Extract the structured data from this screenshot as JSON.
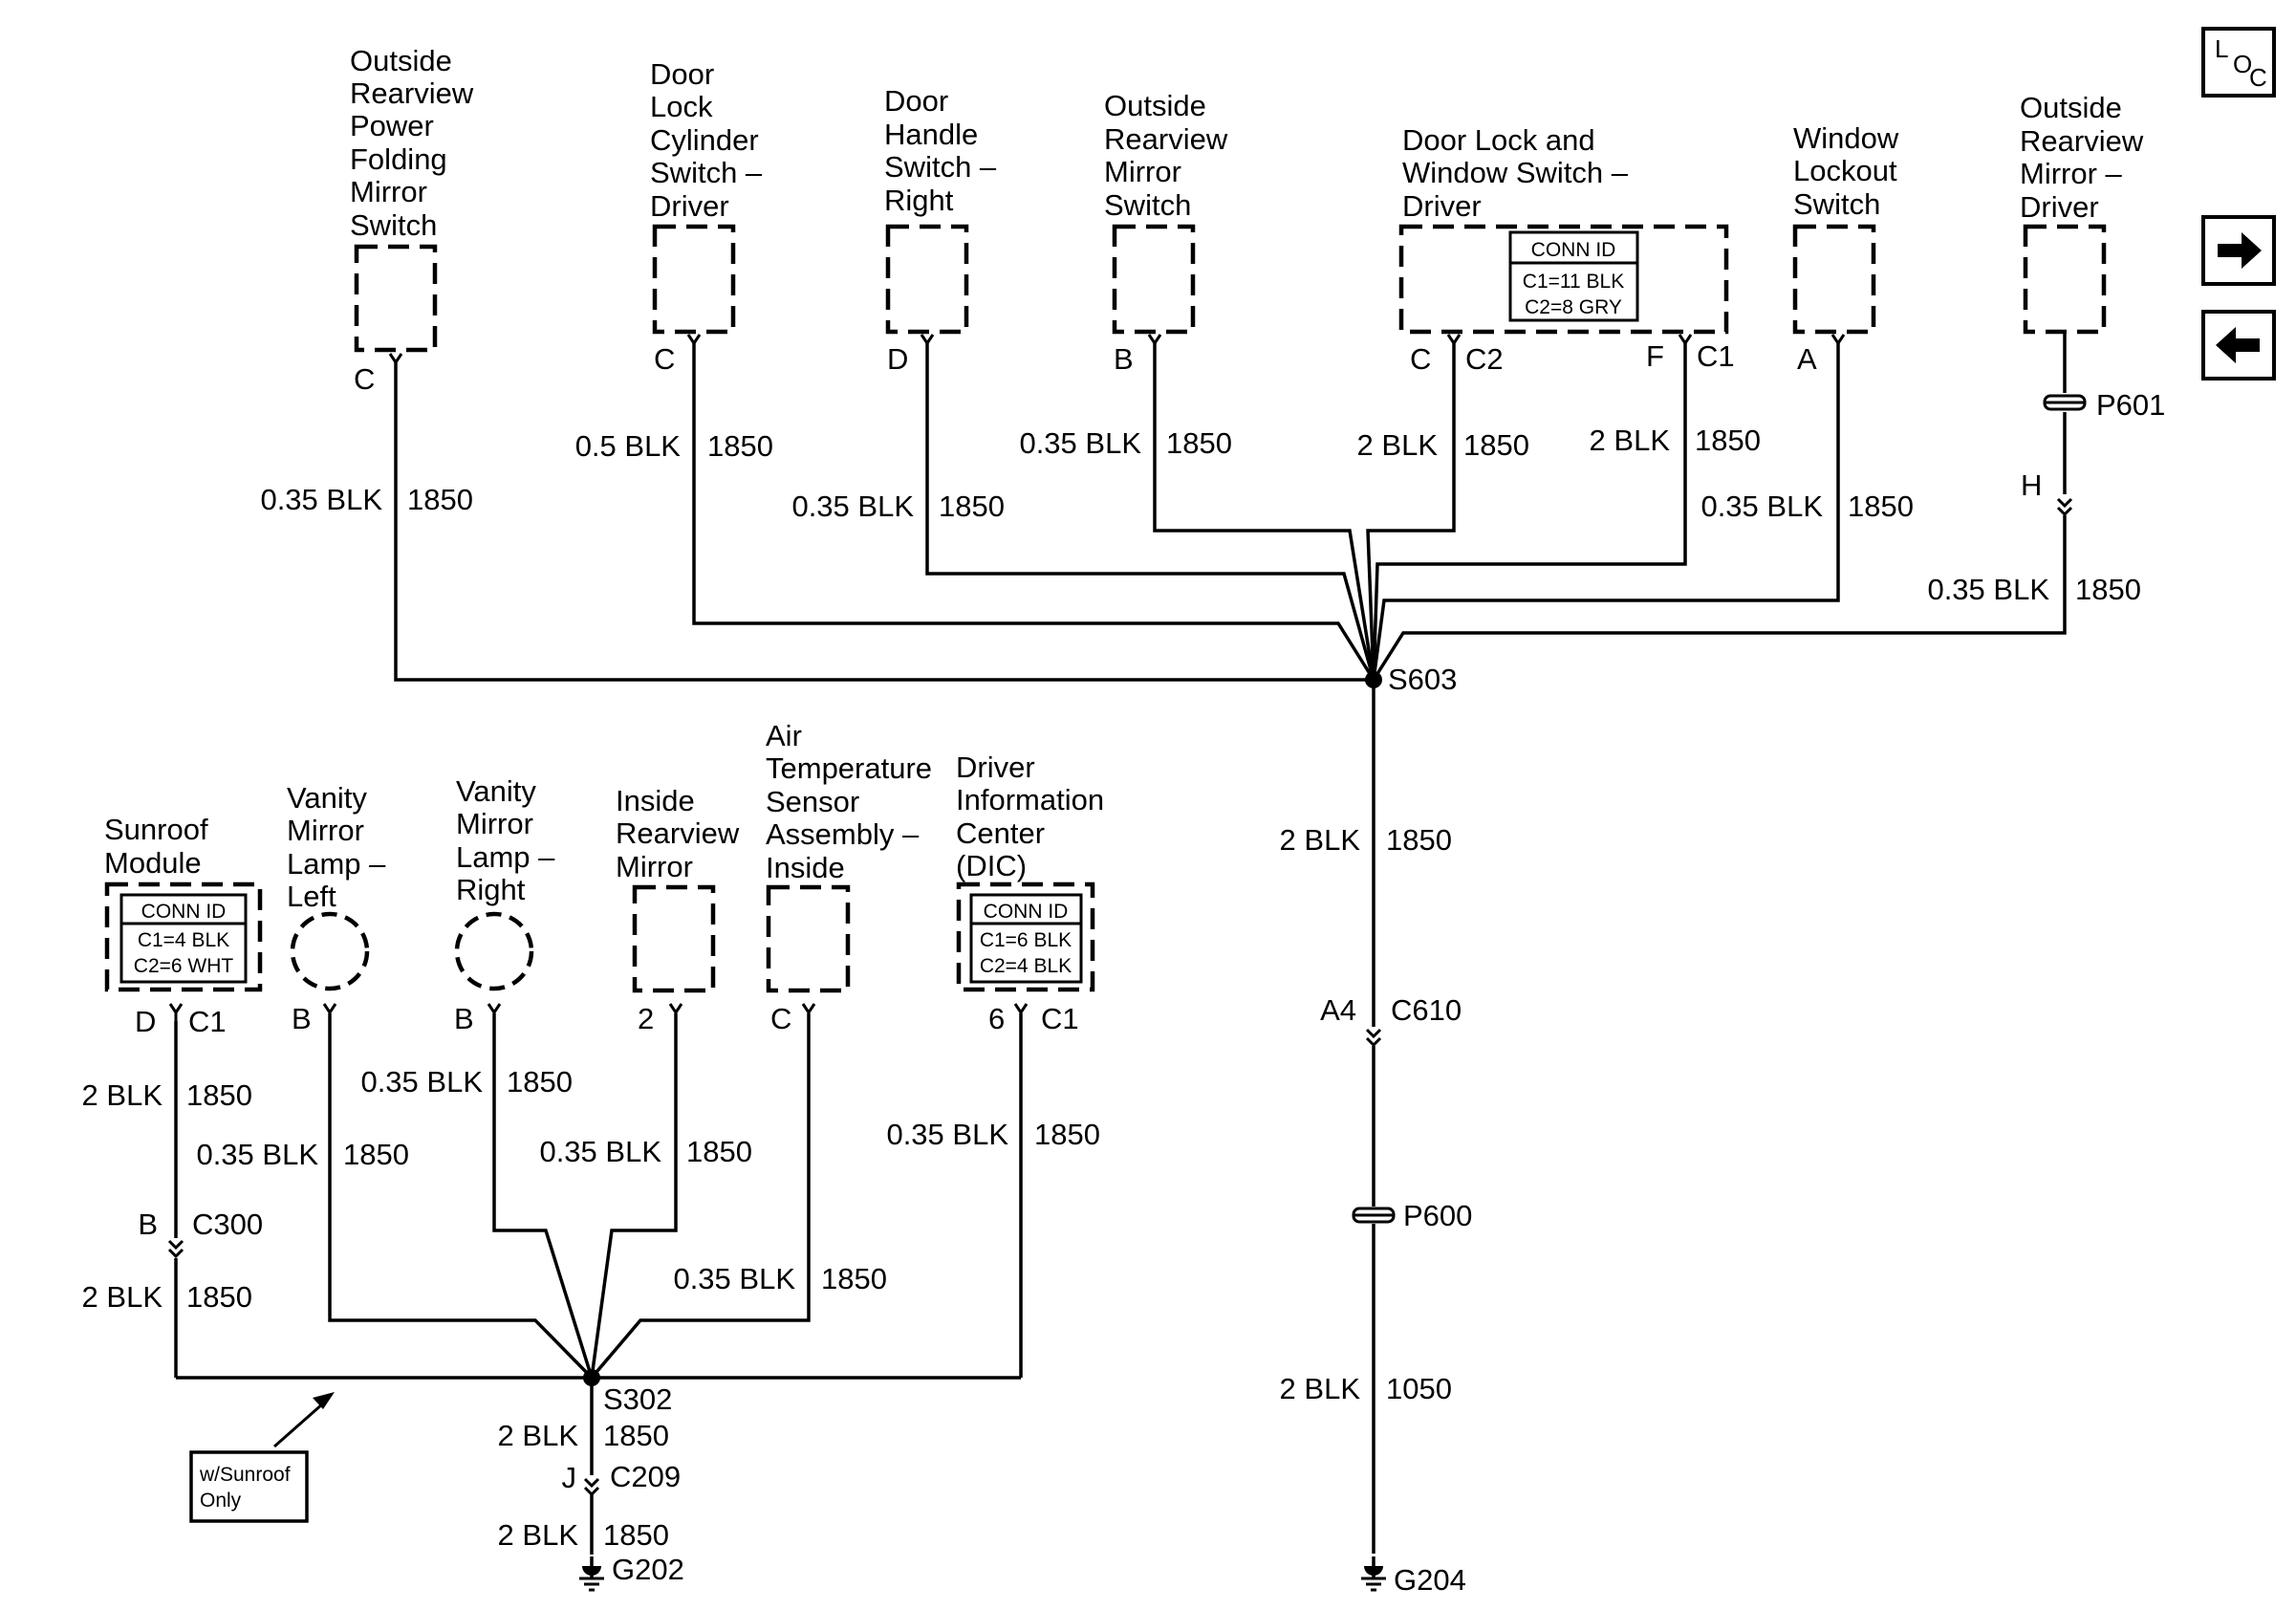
{
  "components": {
    "power_folding": [
      "Outside",
      "Rearview",
      "Power",
      "Folding",
      "Mirror",
      "Switch"
    ],
    "lock_cyl": [
      "Door",
      "Lock",
      "Cylinder",
      "Switch –",
      "Driver"
    ],
    "handle_sw": [
      "Door",
      "Handle",
      "Switch –",
      "Right"
    ],
    "mirror_sw": [
      "Outside",
      "Rearview",
      "Mirror",
      "Switch"
    ],
    "lock_window": [
      "Door Lock and",
      "Window Switch –",
      "Driver"
    ],
    "lockout": [
      "Window",
      "Lockout",
      "Switch"
    ],
    "mirror_drv": [
      "Outside",
      "Rearview",
      "Mirror –",
      "Driver"
    ],
    "sunroof": [
      "Sunroof",
      "Module"
    ],
    "vanity_l": [
      "Vanity",
      "Mirror",
      "Lamp –",
      "Left"
    ],
    "vanity_r": [
      "Vanity",
      "Mirror",
      "Lamp –",
      "Right"
    ],
    "inside_mirror": [
      "Inside",
      "Rearview",
      "Mirror"
    ],
    "air_temp": [
      "Air",
      "Temperature",
      "Sensor",
      "Assembly –",
      "Inside"
    ],
    "dic": [
      "Driver",
      "Information",
      "Center",
      "(DIC)"
    ]
  },
  "conn_ids": {
    "lock_window": [
      "CONN ID",
      "C1=11 BLK",
      "C2=8 GRY"
    ],
    "sunroof": [
      "CONN ID",
      "C1=4 BLK",
      "C2=6 WHT"
    ],
    "dic": [
      "CONN ID",
      "C1=6 BLK",
      "C2=4 BLK"
    ]
  },
  "pins": {
    "power_folding": "C",
    "lock_cyl": "C",
    "handle_sw": "D",
    "mirror_sw": "B",
    "lw_c2_pin": "C",
    "lw_c2_conn": "C2",
    "lw_c1_pin": "F",
    "lw_c1_conn": "C1",
    "lockout": "A",
    "mirror_drv_h": "H",
    "sunroof_pin": "D",
    "sunroof_conn": "C1",
    "vanity_l": "B",
    "vanity_r": "B",
    "inside_mirror": "2",
    "air_temp": "C",
    "dic_pin": "6",
    "dic_conn": "C1",
    "c300_pin": "B",
    "c209_pin": "J",
    "c610_pin": "A4"
  },
  "wires": {
    "w_pf_size": "0.35 BLK",
    "w_pf_circ": "1850",
    "w_lc_size": "0.5 BLK",
    "w_lc_circ": "1850",
    "w_hs_size": "0.35 BLK",
    "w_hs_circ": "1850",
    "w_ms_size": "0.35 BLK",
    "w_ms_circ": "1850",
    "w_lw2_size": "2 BLK",
    "w_lw2_circ": "1850",
    "w_lw1_size": "2 BLK",
    "w_lw1_circ": "1850",
    "w_lo_size": "0.35 BLK",
    "w_lo_circ": "1850",
    "w_md_size": "0.35 BLK",
    "w_md_circ": "1850",
    "w_main_size": "2 BLK",
    "w_main_circ": "1850",
    "w_g204_size": "2 BLK",
    "w_g204_circ": "1050",
    "w_sr1_size": "2 BLK",
    "w_sr1_circ": "1850",
    "w_sr2_size": "2 BLK",
    "w_sr2_circ": "1850",
    "w_vl_size": "0.35 BLK",
    "w_vl_circ": "1850",
    "w_vr_size": "0.35 BLK",
    "w_vr_circ": "1850",
    "w_im_size": "0.35 BLK",
    "w_im_circ": "1850",
    "w_at_size": "0.35 BLK",
    "w_at_circ": "1850",
    "w_dic_size": "0.35 BLK",
    "w_dic_circ": "1850",
    "w_s302_size": "2 BLK",
    "w_s302_circ": "1850",
    "w_g202_size": "2 BLK",
    "w_g202_circ": "1850"
  },
  "refs": {
    "s603": "S603",
    "s302": "S302",
    "c610": "C610",
    "c300": "C300",
    "c209": "C209",
    "p600": "P600",
    "p601": "P601",
    "g204": "G204",
    "g202": "G202"
  },
  "note": [
    "w/Sunroof",
    "Only"
  ],
  "nav": {
    "loc_l": "L",
    "loc_o": "O",
    "loc_c": "C"
  }
}
